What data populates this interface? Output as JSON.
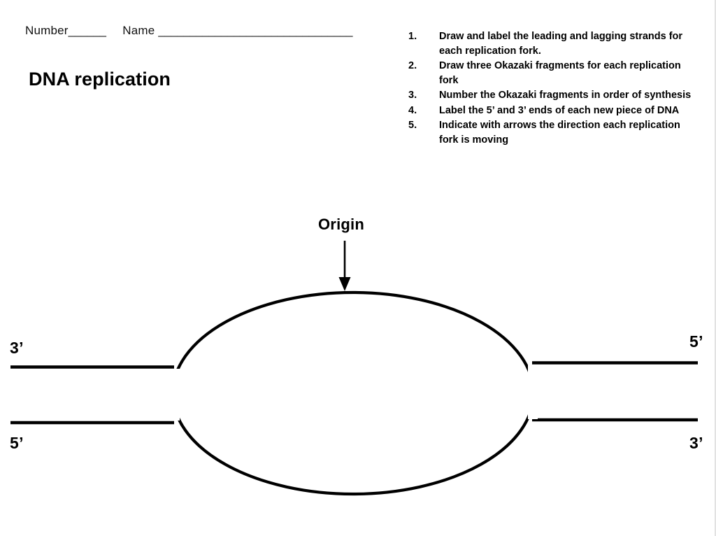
{
  "header": {
    "number_label": "Number",
    "number_rule": "______",
    "name_label": "Name",
    "name_rule": "_______________________________"
  },
  "title": "DNA replication",
  "instructions": [
    {
      "num": "1.",
      "text": "Draw and label the leading and lagging strands for each replication fork."
    },
    {
      "num": "2.",
      "text": "Draw three Okazaki fragments for each replication fork"
    },
    {
      "num": "3.",
      "text": "Number the Okazaki fragments in order of synthesis"
    },
    {
      "num": "4.",
      "text": "Label the 5’ and 3’ ends of each new piece of DNA"
    },
    {
      "num": "5.",
      "text": "Indicate with arrows the direction each replication fork is moving"
    }
  ],
  "diagram": {
    "origin_label": "Origin",
    "left_top_end": "3’",
    "left_bottom_end": "5’",
    "right_top_end": "5’",
    "right_bottom_end": "3’",
    "stroke_color": "#000000",
    "page_border_color": "#e2e2e2"
  }
}
